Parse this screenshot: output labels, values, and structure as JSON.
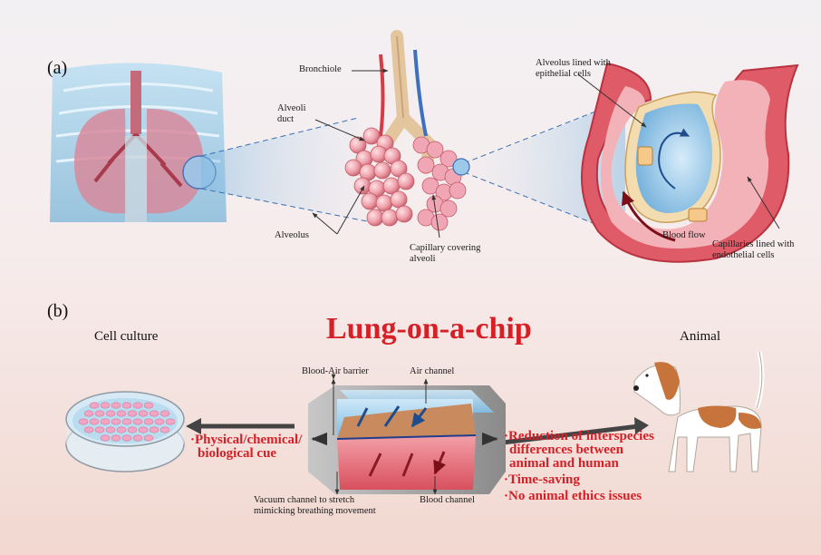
{
  "panel_a": {
    "label": "(a)",
    "bronchiole": "Bronchiole",
    "alveoli_duct_1": "Alveoli",
    "alveoli_duct_2": "duct",
    "alveolus": "Alveolus",
    "capillary_covering_1": "Capillary covering",
    "capillary_covering_2": "alveoli",
    "epithelial_1": "Alveolus lined with",
    "epithelial_2": "epithelial cells",
    "blood_flow": "Blood flow",
    "capillaries_1": "Capillaries lined with",
    "capillaries_2": "endothelial cells"
  },
  "panel_b": {
    "label": "(b)",
    "title": "Lung-on-a-chip",
    "cell_culture": "Cell culture",
    "animal": "Animal",
    "blood_air_barrier": "Blood-Air barrier",
    "air_channel": "Air channel",
    "vacuum_1": "Vacuum channel to stretch",
    "vacuum_2": "mimicking breathing movement",
    "blood_channel": "Blood channel",
    "cue_1": "·Physical/chemical/",
    "cue_2": "biological cue",
    "benefit_1a": "·Reduction of interspecies",
    "benefit_1b": "differences between",
    "benefit_1c": "animal and human",
    "benefit_2": "·Time-saving",
    "benefit_3": "·No animal ethics issues"
  },
  "colors": {
    "title_red": "#d62027",
    "tissue_pink": "#e88a95",
    "air_blue": "#9ccbea"
  }
}
